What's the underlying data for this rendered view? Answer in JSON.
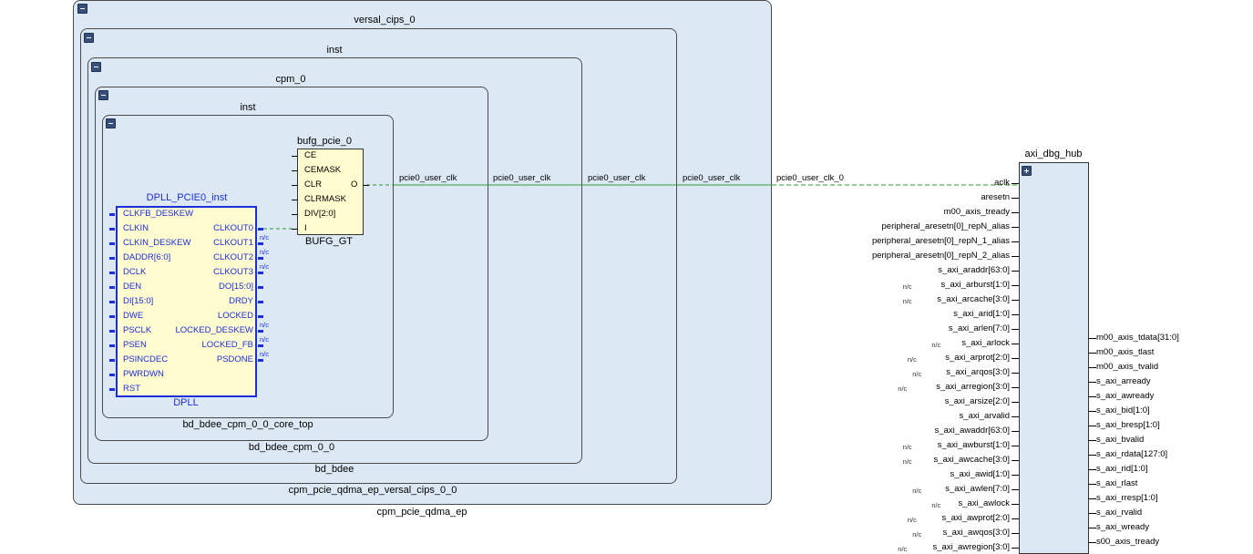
{
  "hierarchy": {
    "outer": "cpm_pcie_qdma_ep",
    "l1": "versal_cips_0",
    "l1_footer": "cpm_pcie_qdma_ep_versal_cips_0_0",
    "l2": "inst",
    "l2_footer": "bd_bdee",
    "l3": "cpm_0",
    "l3_footer": "bd_bdee_cpm_0_0",
    "l4": "inst",
    "l4_footer": "bd_bdee_cpm_0_0_core_top"
  },
  "bufg": {
    "title": "bufg_pcie_0",
    "type": "BUFG_GT",
    "left_pins": [
      "CE",
      "CEMASK",
      "CLR",
      "CLRMASK",
      "DIV[2:0]",
      "I"
    ],
    "right_pins": [
      "O"
    ]
  },
  "dpll": {
    "title": "DPLL_PCIE0_inst",
    "type": "DPLL",
    "left_pins": [
      "CLKFB_DESKEW",
      "CLKIN",
      "CLKIN_DESKEW",
      "DADDR[6:0]",
      "DCLK",
      "DEN",
      "DI[15:0]",
      "DWE",
      "PSCLK",
      "PSEN",
      "PSINCDEC",
      "PWRDWN",
      "RST"
    ],
    "right_pins": [
      "CLKOUT0",
      "CLKOUT1",
      "CLKOUT2",
      "CLKOUT3",
      "DO[15:0]",
      "DRDY",
      "LOCKED",
      "LOCKED_DESKEW",
      "LOCKED_FB",
      "PSDONE"
    ],
    "nc_right": [
      false,
      true,
      true,
      true,
      false,
      false,
      false,
      true,
      true,
      true
    ]
  },
  "nets": {
    "n1": "pcie0_user_clk",
    "n2": "pcie0_user_clk",
    "n3": "pcie0_user_clk",
    "n4": "pcie0_user_clk",
    "n5": "pcie0_user_clk_0"
  },
  "nc_label": "n/c",
  "axi": {
    "title": "axi_dbg_hub",
    "left_pins": [
      "aclk",
      "aresetn",
      "m00_axis_tready",
      "peripheral_aresetn[0]_repN_alias",
      "peripheral_aresetn[0]_repN_1_alias",
      "peripheral_aresetn[0]_repN_2_alias",
      "s_axi_araddr[63:0]",
      "s_axi_arburst[1:0]",
      "s_axi_arcache[3:0]",
      "s_axi_arid[1:0]",
      "s_axi_arlen[7:0]",
      "s_axi_arlock",
      "s_axi_arprot[2:0]",
      "s_axi_arqos[3:0]",
      "s_axi_arregion[3:0]",
      "s_axi_arsize[2:0]",
      "s_axi_arvalid",
      "s_axi_awaddr[63:0]",
      "s_axi_awburst[1:0]",
      "s_axi_awcache[3:0]",
      "s_axi_awid[1:0]",
      "s_axi_awlen[7:0]",
      "s_axi_awlock",
      "s_axi_awprot[2:0]",
      "s_axi_awqos[3:0]",
      "s_axi_awregion[3:0]"
    ],
    "left_nc": [
      false,
      false,
      false,
      false,
      false,
      false,
      false,
      true,
      true,
      false,
      false,
      true,
      true,
      true,
      true,
      false,
      false,
      false,
      true,
      true,
      false,
      true,
      true,
      true,
      true,
      true
    ],
    "right_pins": [
      "m00_axis_tdata[31:0]",
      "m00_axis_tlast",
      "m00_axis_tvalid",
      "s_axi_arready",
      "s_axi_awready",
      "s_axi_bid[1:0]",
      "s_axi_bresp[1:0]",
      "s_axi_bvalid",
      "s_axi_rdata[127:0]",
      "s_axi_rid[1:0]",
      "s_axi_rlast",
      "s_axi_rresp[1:0]",
      "s_axi_rvalid",
      "s_axi_wready",
      "s00_axis_tready"
    ]
  },
  "colors": {
    "hier_fill": "#dde8f5",
    "leaf_fill": "#fffcd0",
    "dpll_border": "#1a2fd9",
    "wire_green": "#2aa02a",
    "wire_dashed": "#2a9a2a"
  }
}
